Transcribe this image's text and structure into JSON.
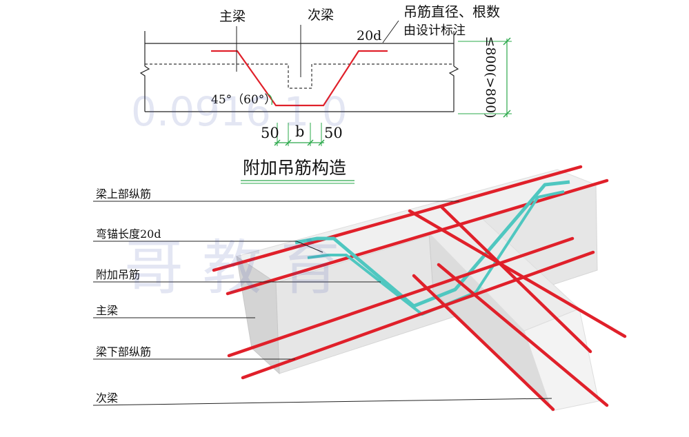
{
  "top_section": {
    "label_main_beam": "主梁",
    "label_secondary_beam": "次梁",
    "note_line1": "吊筋直径、根数",
    "note_line2": "由设计标注",
    "label_20d": "20d",
    "angle_label": "45°（60°）",
    "height_label_1": "≤800",
    "height_label_2": "(>800)",
    "dim_left": "50",
    "dim_mid": "b",
    "dim_right": "50",
    "caption": "附加吊筋构造"
  },
  "bottom_section": {
    "labels": [
      "梁上部纵筋",
      "弯锚长度20d",
      "附加吊筋",
      "主梁",
      "梁下部纵筋",
      "次梁"
    ]
  },
  "watermark": {
    "text_top": "0.0916 1 0",
    "text_bottom": "哥 教 育"
  },
  "colors": {
    "rebar_red": "#e0202a",
    "hanger_teal": "#4fc7c0",
    "dim_green": "#2aa84a",
    "concrete_light": "#eeeeee",
    "concrete_side": "#d6d6d6"
  }
}
